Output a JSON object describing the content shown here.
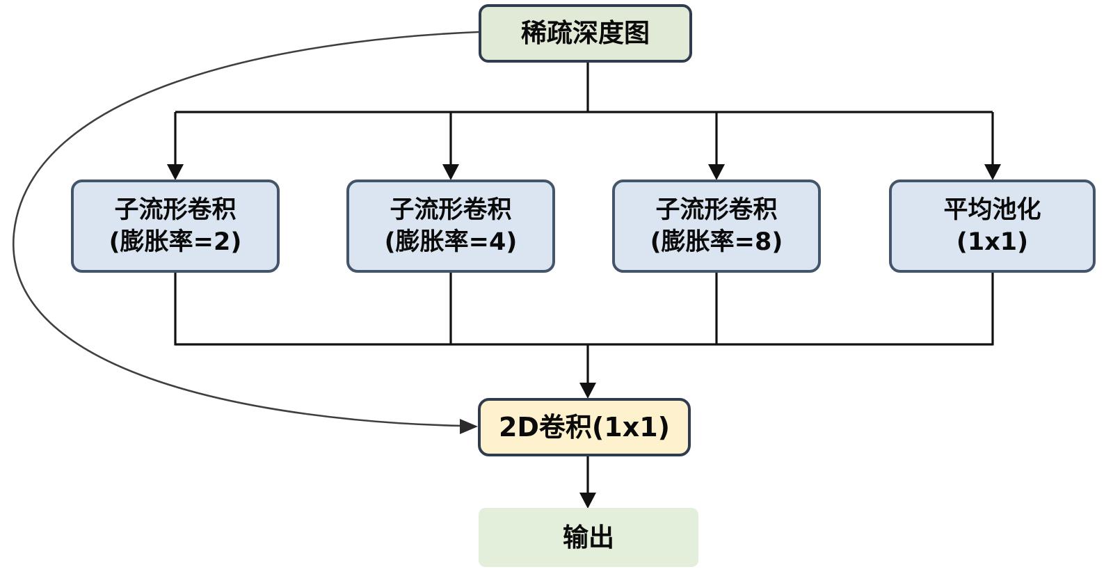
{
  "diagram": {
    "type": "flowchart",
    "language": "zh-CN",
    "background_color": "#ffffff",
    "nodes": {
      "input": {
        "label": "稀疏深度图",
        "fill": "#e0ead6",
        "border": "#2f3b4f"
      },
      "branch1": {
        "line1": "子流形卷积",
        "line2": "(膨胀率=2)",
        "fill": "#dbe5f1",
        "border": "#44546a"
      },
      "branch2": {
        "line1": "子流形卷积",
        "line2": "(膨胀率=4)",
        "fill": "#dbe5f1",
        "border": "#44546a"
      },
      "branch3": {
        "line1": "子流形卷积",
        "line2": "(膨胀率=8)",
        "fill": "#dbe5f1",
        "border": "#44546a"
      },
      "branch4": {
        "line1": "平均池化",
        "line2": "(1x1)",
        "fill": "#dbe5f1",
        "border": "#44546a"
      },
      "fuse": {
        "label": "2D卷积(1x1)",
        "fill": "#fdf2cd",
        "border": "#2f3b4f"
      },
      "output": {
        "label": "输出",
        "fill": "#e3efda",
        "border": "none"
      }
    },
    "edges": [
      {
        "from": "input",
        "to": "branch1",
        "style": "orthogonal-arrow"
      },
      {
        "from": "input",
        "to": "branch2",
        "style": "orthogonal-arrow"
      },
      {
        "from": "input",
        "to": "branch3",
        "style": "orthogonal-arrow"
      },
      {
        "from": "input",
        "to": "branch4",
        "style": "orthogonal-arrow"
      },
      {
        "from": "branch1",
        "to": "fuse",
        "style": "orthogonal-arrow"
      },
      {
        "from": "branch2",
        "to": "fuse",
        "style": "orthogonal-arrow"
      },
      {
        "from": "branch3",
        "to": "fuse",
        "style": "orthogonal-arrow"
      },
      {
        "from": "branch4",
        "to": "fuse",
        "style": "orthogonal-arrow"
      },
      {
        "from": "fuse",
        "to": "output",
        "style": "straight-arrow"
      },
      {
        "from": "input",
        "to": "fuse",
        "style": "curved-skip-connection-arrow"
      }
    ],
    "edge_color": "#111111",
    "skip_edge_color": "#3f3f3f"
  }
}
